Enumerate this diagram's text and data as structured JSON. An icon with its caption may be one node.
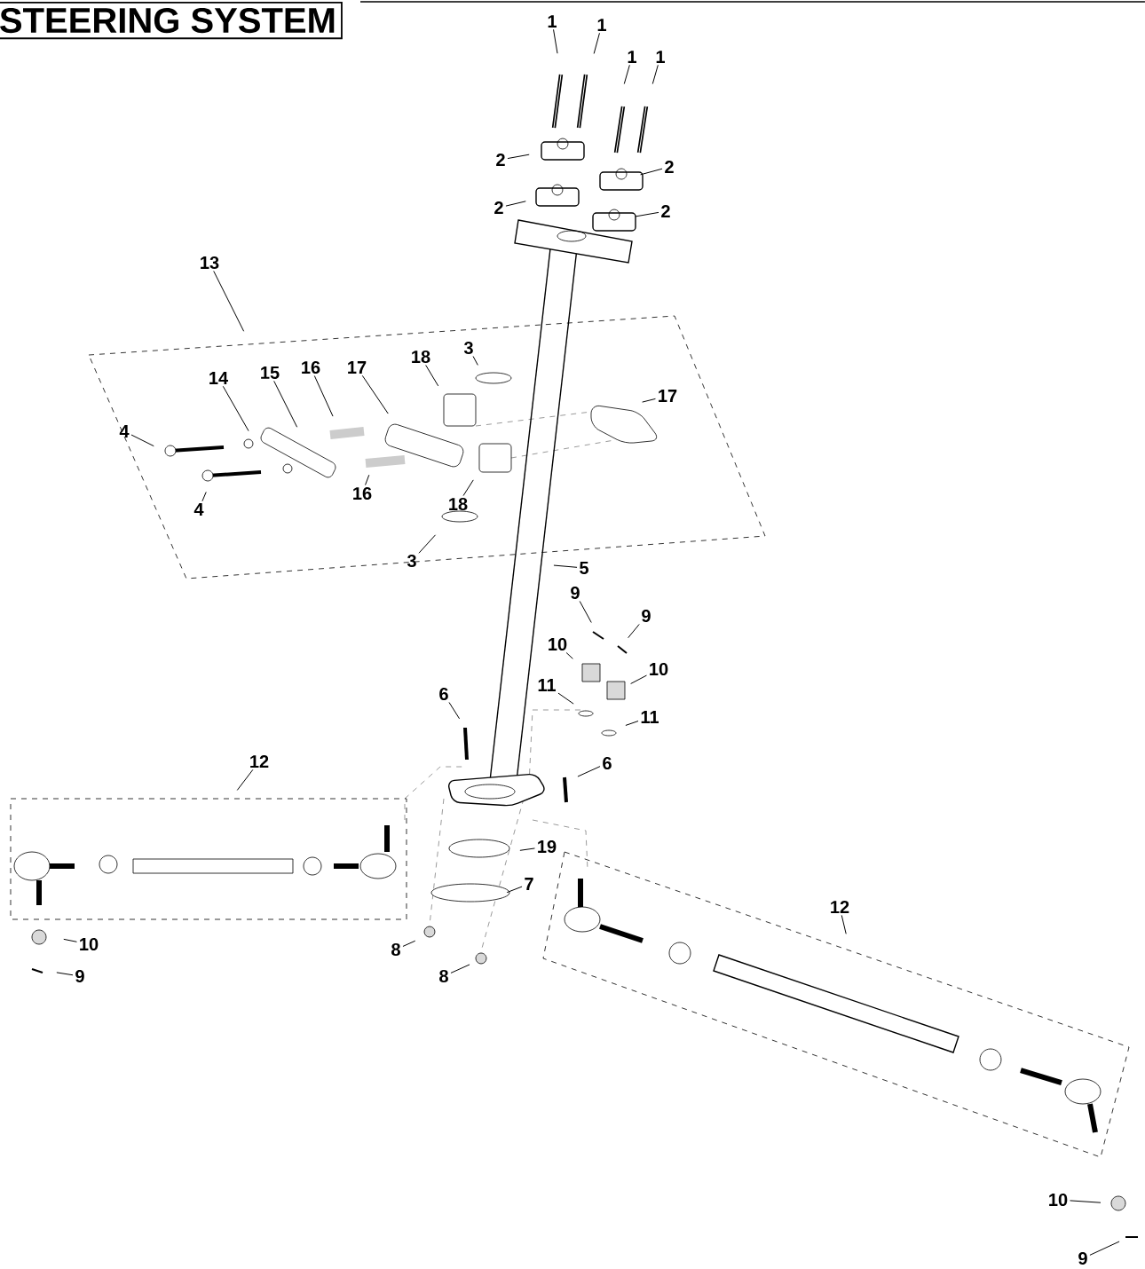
{
  "diagram": {
    "title": "STEERING SYSTEM",
    "nodes": [
      {
        "text": [
          "1"
        ]
      },
      {
        "text": [
          "1"
        ]
      },
      {
        "text": [
          "1"
        ]
      },
      {
        "text": [
          "1"
        ]
      },
      {
        "text": [
          "2"
        ]
      },
      {
        "text": [
          "2"
        ]
      },
      {
        "text": [
          "2"
        ]
      },
      {
        "text": [
          "2"
        ]
      },
      {
        "text": [
          "13"
        ]
      },
      {
        "text": [
          "14"
        ]
      },
      {
        "text": [
          "15"
        ]
      },
      {
        "text": [
          "16"
        ]
      },
      {
        "text": [
          "17"
        ]
      },
      {
        "text": [
          "18"
        ]
      },
      {
        "text": [
          "3"
        ]
      },
      {
        "text": [
          "17"
        ]
      },
      {
        "text": [
          "4"
        ]
      },
      {
        "text": [
          "4"
        ]
      },
      {
        "text": [
          "16"
        ]
      },
      {
        "text": [
          "18"
        ]
      },
      {
        "text": [
          "3"
        ]
      },
      {
        "text": [
          "5"
        ]
      },
      {
        "text": [
          "9"
        ]
      },
      {
        "text": [
          "9"
        ]
      },
      {
        "text": [
          "10"
        ]
      },
      {
        "text": [
          "10"
        ]
      },
      {
        "text": [
          "11"
        ]
      },
      {
        "text": [
          "11"
        ]
      },
      {
        "text": [
          "6"
        ]
      },
      {
        "text": [
          "6"
        ]
      },
      {
        "text": [
          "12"
        ]
      },
      {
        "text": [
          "19"
        ]
      },
      {
        "text": [
          "7"
        ]
      },
      {
        "text": [
          "8"
        ]
      },
      {
        "text": [
          "8"
        ]
      },
      {
        "text": [
          "10"
        ]
      },
      {
        "text": [
          "9"
        ]
      },
      {
        "text": [
          "12"
        ]
      },
      {
        "text": [
          "10"
        ]
      },
      {
        "text": [
          "9"
        ]
      }
    ],
    "edges": [
      {
        "from": 0,
        "to": null,
        "arrow": "none"
      },
      {
        "from": 1,
        "to": null,
        "arrow": "none"
      },
      {
        "from": 2,
        "to": null,
        "arrow": "none"
      },
      {
        "from": 3,
        "to": null,
        "arrow": "none"
      },
      {
        "from": 4,
        "to": null,
        "arrow": "none"
      },
      {
        "from": 5,
        "to": null,
        "arrow": "none"
      },
      {
        "from": 6,
        "to": null,
        "arrow": "none"
      },
      {
        "from": 7,
        "to": null,
        "arrow": "none"
      },
      {
        "from": 8,
        "to": null,
        "arrow": "none"
      },
      {
        "from": 9,
        "to": null,
        "arrow": "none"
      },
      {
        "from": 10,
        "to": null,
        "arrow": "none"
      },
      {
        "from": 11,
        "to": null,
        "arrow": "none"
      },
      {
        "from": 12,
        "to": null,
        "arrow": "none"
      },
      {
        "from": 13,
        "to": null,
        "arrow": "none"
      },
      {
        "from": 14,
        "to": null,
        "arrow": "none"
      },
      {
        "from": 15,
        "to": null,
        "arrow": "none"
      },
      {
        "from": 16,
        "to": null,
        "arrow": "none"
      },
      {
        "from": 17,
        "to": null,
        "arrow": "none"
      },
      {
        "from": 18,
        "to": null,
        "arrow": "none"
      },
      {
        "from": 19,
        "to": null,
        "arrow": "none"
      },
      {
        "from": 20,
        "to": null,
        "arrow": "none"
      },
      {
        "from": 21,
        "to": null,
        "arrow": "none"
      },
      {
        "from": 22,
        "to": null,
        "arrow": "none"
      },
      {
        "from": 23,
        "to": null,
        "arrow": "none"
      },
      {
        "from": 24,
        "to": null,
        "arrow": "none"
      },
      {
        "from": 25,
        "to": null,
        "arrow": "none"
      },
      {
        "from": 26,
        "to": null,
        "arrow": "none"
      },
      {
        "from": 27,
        "to": null,
        "arrow": "none"
      },
      {
        "from": 28,
        "to": null,
        "arrow": "none"
      },
      {
        "from": 29,
        "to": null,
        "arrow": "none"
      },
      {
        "from": 30,
        "to": null,
        "arrow": "none"
      },
      {
        "from": 31,
        "to": null,
        "arrow": "none"
      },
      {
        "from": 32,
        "to": null,
        "arrow": "none"
      },
      {
        "from": 33,
        "to": null,
        "arrow": "none"
      },
      {
        "from": 34,
        "to": null,
        "arrow": "none"
      },
      {
        "from": 35,
        "to": null,
        "arrow": "none"
      },
      {
        "from": 36,
        "to": null,
        "arrow": "none"
      },
      {
        "from": 37,
        "to": null,
        "arrow": "none"
      },
      {
        "from": 38,
        "to": null,
        "arrow": "none"
      },
      {
        "from": 39,
        "to": null,
        "arrow": "none"
      }
    ]
  }
}
